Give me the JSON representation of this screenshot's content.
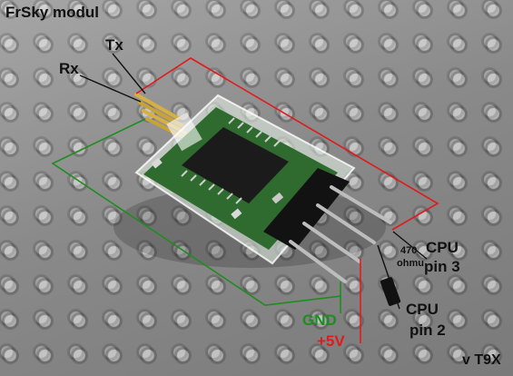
{
  "labels": {
    "title": "FrSky modul",
    "tx": "Tx",
    "rx": "Rx",
    "cpu_pin3_line1": "CPU",
    "cpu_pin3_line2": "pin 3",
    "resistor_value": "470",
    "resistor_unit": "ohmu",
    "cpu_pin2_line1": "CPU",
    "cpu_pin2_line2": "pin 2",
    "gnd": "GND",
    "plus5v": "+5V",
    "model": "v T9X"
  },
  "colors": {
    "gnd_wire": "#1f8c1f",
    "vcc_wire": "#e01b1b",
    "signal_wire": "#111111",
    "pcb": "#2f6b2f"
  }
}
